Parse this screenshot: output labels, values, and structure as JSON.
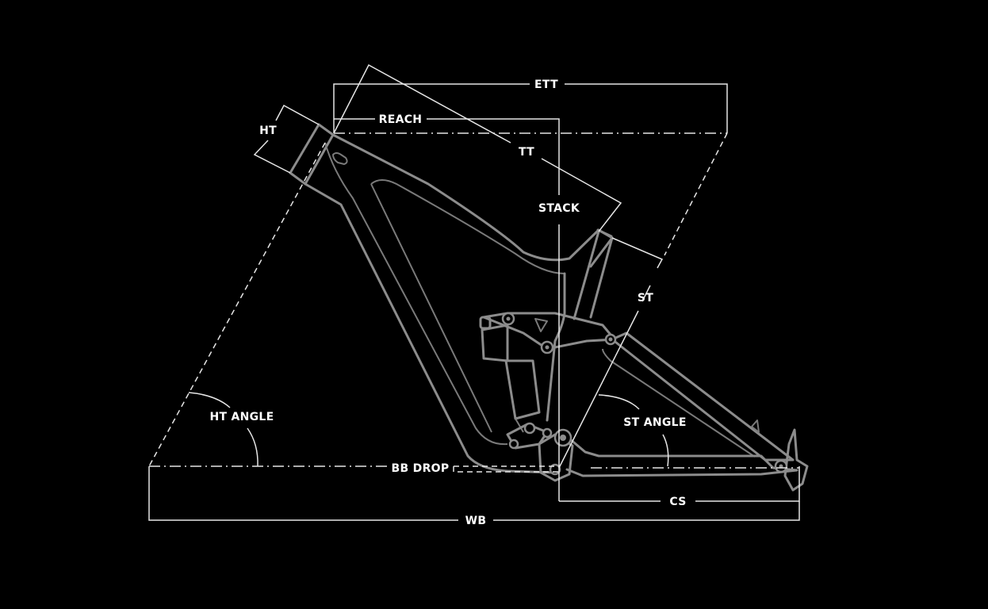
{
  "diagram": {
    "labels": {
      "ett": "ETT",
      "reach": "REACH",
      "ht": "HT",
      "tt": "TT",
      "stack": "STACK",
      "st": "ST",
      "ht_angle": "HT ANGLE",
      "st_angle": "ST ANGLE",
      "bb_drop": "BB DROP",
      "cs": "CS",
      "wb": "WB"
    },
    "colors": {
      "background": "#000000",
      "dimension_lines": "#e6e6e6",
      "frame": "#8c8c8c",
      "text": "#ffffff"
    }
  }
}
